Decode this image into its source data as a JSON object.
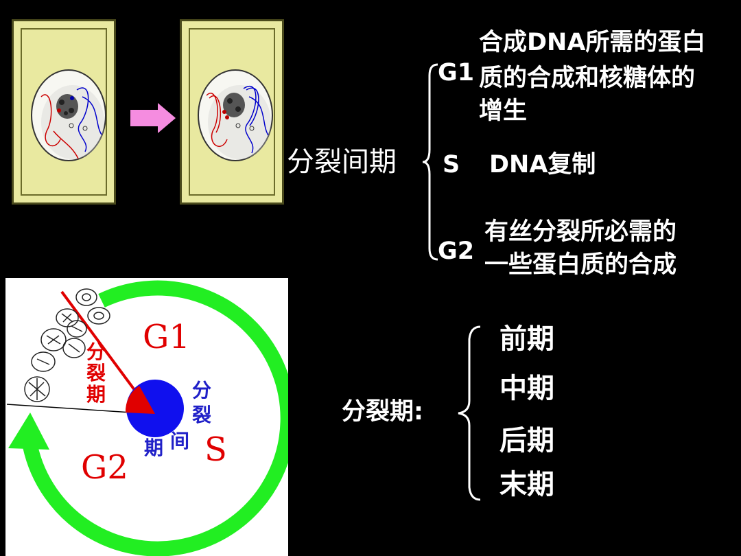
{
  "interphase": {
    "title": "分裂间期",
    "g1": {
      "label": "G1",
      "lines": [
        "合成DNA所需的蛋白",
        "质的合成和核糖体的",
        "增生"
      ]
    },
    "s": {
      "label": "S",
      "desc": "DNA复制"
    },
    "g2": {
      "label": "G2",
      "lines": [
        "有丝分裂所必需的",
        "一些蛋白质的合成"
      ]
    }
  },
  "mitosis": {
    "title": "分裂期:",
    "stages": [
      "前期",
      "中期",
      "后期",
      "末期"
    ]
  },
  "cycle": {
    "g1": "G1",
    "g2": "G2",
    "s": "S",
    "mitosis_chars": [
      "分",
      "裂",
      "期"
    ],
    "interphase_chars": [
      "分",
      "裂",
      "间",
      "期"
    ]
  },
  "colors": {
    "background": "#000000",
    "arrow_green": "#22ee22",
    "nucleus_blue": "#1010ee",
    "red": "#e00000",
    "transition_arrow": "#f58ce0",
    "cell_fill": "#e9e9a0"
  }
}
